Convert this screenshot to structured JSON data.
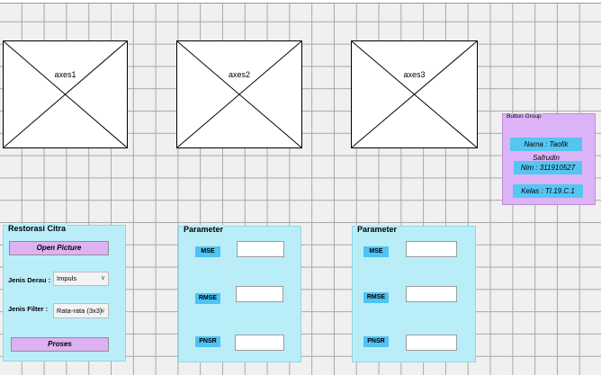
{
  "axes": [
    {
      "label": "axes1"
    },
    {
      "label": "axes2"
    },
    {
      "label": "axes3"
    }
  ],
  "restorasi": {
    "title": "Restorasi Citra",
    "open_label": "Open Picture",
    "jenis_derau_label": "Jenis Derau :",
    "jenis_derau_value": "Impuls",
    "jenis_filter_label": "Jenis Filter :",
    "jenis_filter_value": "Rata-rata (3x3)",
    "proses_label": "Proses"
  },
  "parameter_panels": [
    {
      "title": "Parameter",
      "mse": "MSE",
      "rmse": "RMSE",
      "pnsr": "PNSR"
    },
    {
      "title": "Parameter",
      "mse": "MSE",
      "rmse": "RMSE",
      "pnsr": "PNSR"
    }
  ],
  "button_group": {
    "title": "Button Group",
    "nama": "Nama : Taofik Safrudin",
    "nim": "Nim : 311910527",
    "kelas": "Kelas : TI.19.C.1"
  },
  "icons": {
    "dropdown": "chevron-down-icon"
  }
}
